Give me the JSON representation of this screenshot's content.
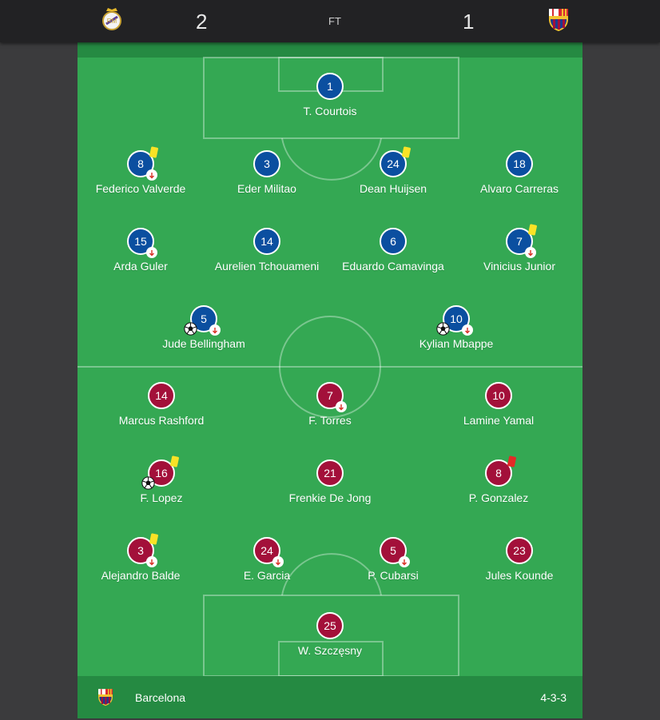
{
  "header": {
    "home_score": "2",
    "away_score": "1",
    "status": "FT",
    "home_crest_icon": "real-madrid-crest-icon",
    "away_crest_icon": "barcelona-crest-icon"
  },
  "colors": {
    "pitch": "#34a853",
    "pitch_dark": "#258a42",
    "home_kit": "#0b4fa0",
    "away_kit": "#a3103a",
    "yellow_card": "#f9e226",
    "red_card": "#e32a27"
  },
  "home_players": [
    {
      "number": "1",
      "name": "T. Courtois"
    },
    {
      "number": "8",
      "name": "Federico Valverde"
    },
    {
      "number": "3",
      "name": "Eder Militao"
    },
    {
      "number": "24",
      "name": "Dean Huijsen"
    },
    {
      "number": "18",
      "name": "Alvaro Carreras"
    },
    {
      "number": "15",
      "name": "Arda Guler"
    },
    {
      "number": "14",
      "name": "Aurelien Tchouameni"
    },
    {
      "number": "6",
      "name": "Eduardo Camavinga"
    },
    {
      "number": "7",
      "name": "Vinicius Junior"
    },
    {
      "number": "5",
      "name": "Jude Bellingham"
    },
    {
      "number": "10",
      "name": "Kylian Mbappe"
    }
  ],
  "away_players": [
    {
      "number": "14",
      "name": "Marcus Rashford"
    },
    {
      "number": "7",
      "name": "F. Torres"
    },
    {
      "number": "10",
      "name": "Lamine Yamal"
    },
    {
      "number": "16",
      "name": "F. Lopez"
    },
    {
      "number": "21",
      "name": "Frenkie De Jong"
    },
    {
      "number": "8",
      "name": "P. Gonzalez"
    },
    {
      "number": "3",
      "name": "Alejandro Balde"
    },
    {
      "number": "24",
      "name": "E. Garcia"
    },
    {
      "number": "5",
      "name": "P. Cubarsi"
    },
    {
      "number": "23",
      "name": "Jules Kounde"
    },
    {
      "number": "25",
      "name": "W. Szczęsny"
    }
  ],
  "footer": {
    "team_name": "Barcelona",
    "formation": "4-3-3",
    "crest_icon": "barcelona-crest-icon"
  }
}
